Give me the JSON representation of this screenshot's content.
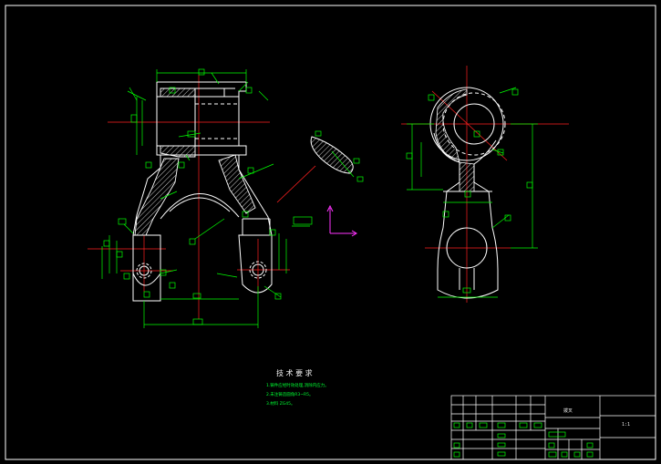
{
  "drawing": {
    "notes": {
      "title": "技 术 要 求",
      "lines": [
        "1.铸件应经时效处理,消除内应力。",
        "2.未注铸造圆角R3~R5。",
        "3.材料 ZG45。"
      ]
    },
    "title_block": {
      "part_name": "拨叉",
      "drawing_no": "1:1"
    }
  },
  "colors": {
    "background": "#000000",
    "frame": "#ffffff",
    "outline": "#ffffff",
    "dimension": "#00ff00",
    "centerline": "#ff2020",
    "hatch": "#ffffff",
    "view_arrow": "#ff33ff"
  }
}
